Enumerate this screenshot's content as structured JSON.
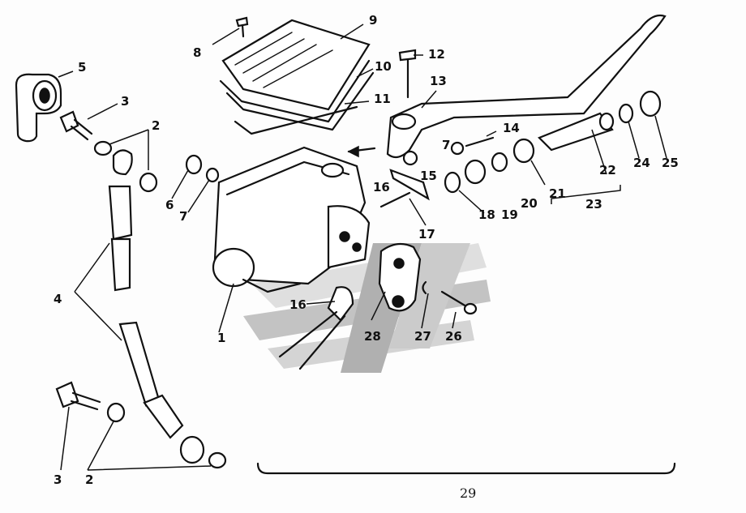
{
  "watermark": {
    "colors": {
      "light": "#d9d9d9",
      "dark": "#9a9a9a"
    }
  },
  "callouts": [
    {
      "label": "1"
    },
    {
      "label": "2"
    },
    {
      "label": "2"
    },
    {
      "label": "3"
    },
    {
      "label": "3"
    },
    {
      "label": "4"
    },
    {
      "label": "5"
    },
    {
      "label": "6"
    },
    {
      "label": "7"
    },
    {
      "label": "7"
    },
    {
      "label": "8"
    },
    {
      "label": "9"
    },
    {
      "label": "10"
    },
    {
      "label": "11"
    },
    {
      "label": "12"
    },
    {
      "label": "13"
    },
    {
      "label": "14"
    },
    {
      "label": "15"
    },
    {
      "label": "16"
    },
    {
      "label": "16"
    },
    {
      "label": "17"
    },
    {
      "label": "18"
    },
    {
      "label": "19"
    },
    {
      "label": "20"
    },
    {
      "label": "21"
    },
    {
      "label": "22"
    },
    {
      "label": "23"
    },
    {
      "label": "24"
    },
    {
      "label": "25"
    },
    {
      "label": "26"
    },
    {
      "label": "27"
    },
    {
      "label": "28"
    }
  ],
  "assembly_label": "29"
}
